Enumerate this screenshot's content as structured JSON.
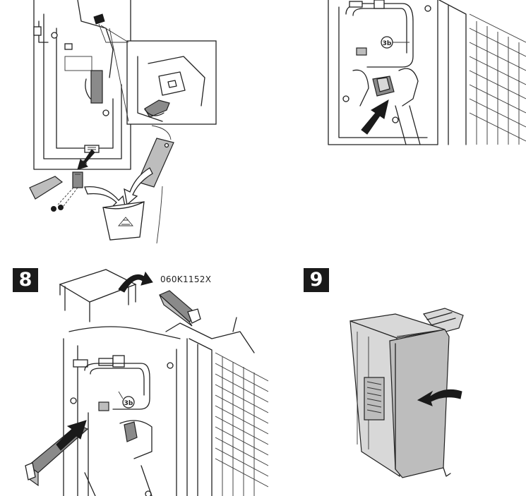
{
  "steps": {
    "step8": {
      "number": "8",
      "part_number": "060K1152X"
    },
    "step9": {
      "number": "9"
    }
  },
  "callouts": {
    "top_right": "3b",
    "bottom_left": "3b"
  }
}
